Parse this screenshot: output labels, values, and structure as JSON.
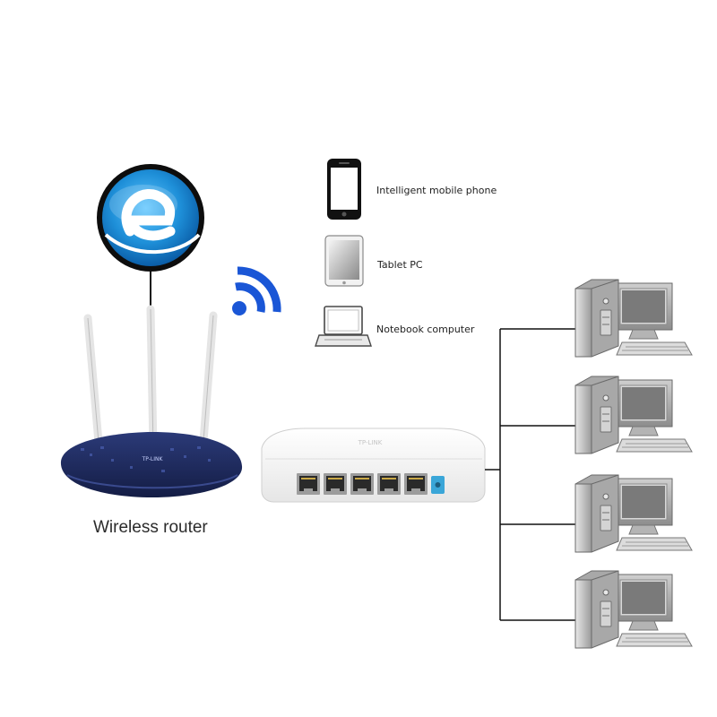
{
  "devices": {
    "phone_label": "Intelligent mobile phone",
    "tablet_label": "Tablet PC",
    "notebook_label": "Notebook computer"
  },
  "router": {
    "label": "Wireless router",
    "brand": "TP-LINK",
    "body_color": "#1f2a5c"
  },
  "switch": {
    "brand": "TP-LINK",
    "ethernet_port_count": 5,
    "accent_color": "#3aa6d8"
  },
  "internet_icon": {
    "icon": "internet-explorer-icon",
    "color": "#1e8fd8"
  },
  "wifi_icon": {
    "icon": "wifi-icon",
    "color": "#1a56d6"
  },
  "computers": {
    "count": 4,
    "icon": "desktop-computer-icon"
  }
}
